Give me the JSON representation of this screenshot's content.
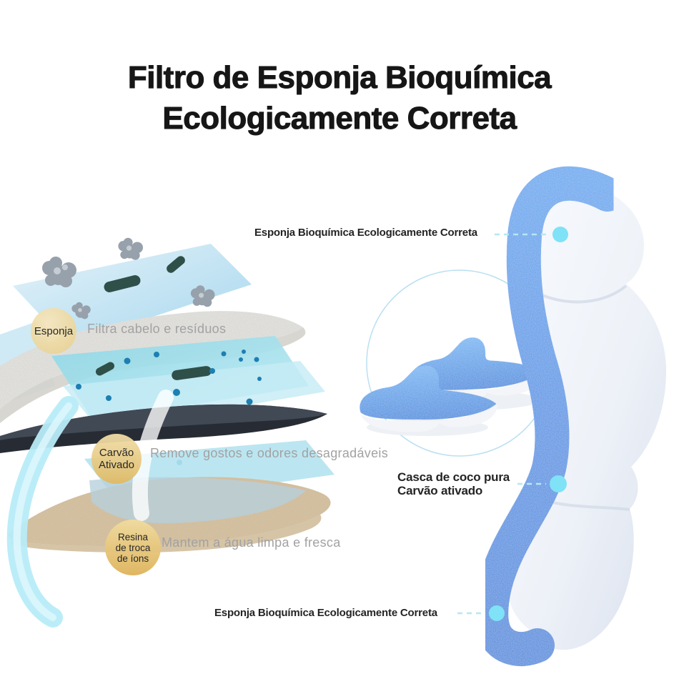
{
  "title": {
    "line1": "Filtro de Esponja Bioquímica",
    "line2": "Ecologicamente Correta"
  },
  "layers": [
    {
      "badge_lines": [
        "Esponja"
      ],
      "description": "Filtra cabelo e resíduos"
    },
    {
      "badge_lines": [
        "Carvão",
        "Ativado"
      ],
      "description": "Remove gostos e odores desagradáveis"
    },
    {
      "badge_lines": [
        "Resina",
        "de troca",
        "de íons"
      ],
      "description": "Mantem a água limpa e fresca"
    }
  ],
  "callouts": {
    "top": "Esponja Bioquímica Ecologicamente Correta",
    "middle_line1": "Casca de coco pura",
    "middle_line2": "Carvão ativado",
    "bottom": "Esponja Bioquímica Ecologicamente Correta"
  },
  "colors": {
    "sponge_blue": "#4e94e8",
    "cotton_white": "#f2f4f9",
    "badge_gold": "#e8c87c",
    "callout_dot_cyan": "#7fe2f6",
    "dashed_line_cyan": "#b5e7f4",
    "carbon_black": "#272c34",
    "resin_tan": "#dcc49d",
    "description_gray": "#a2a2a2",
    "title_black": "#161616"
  }
}
